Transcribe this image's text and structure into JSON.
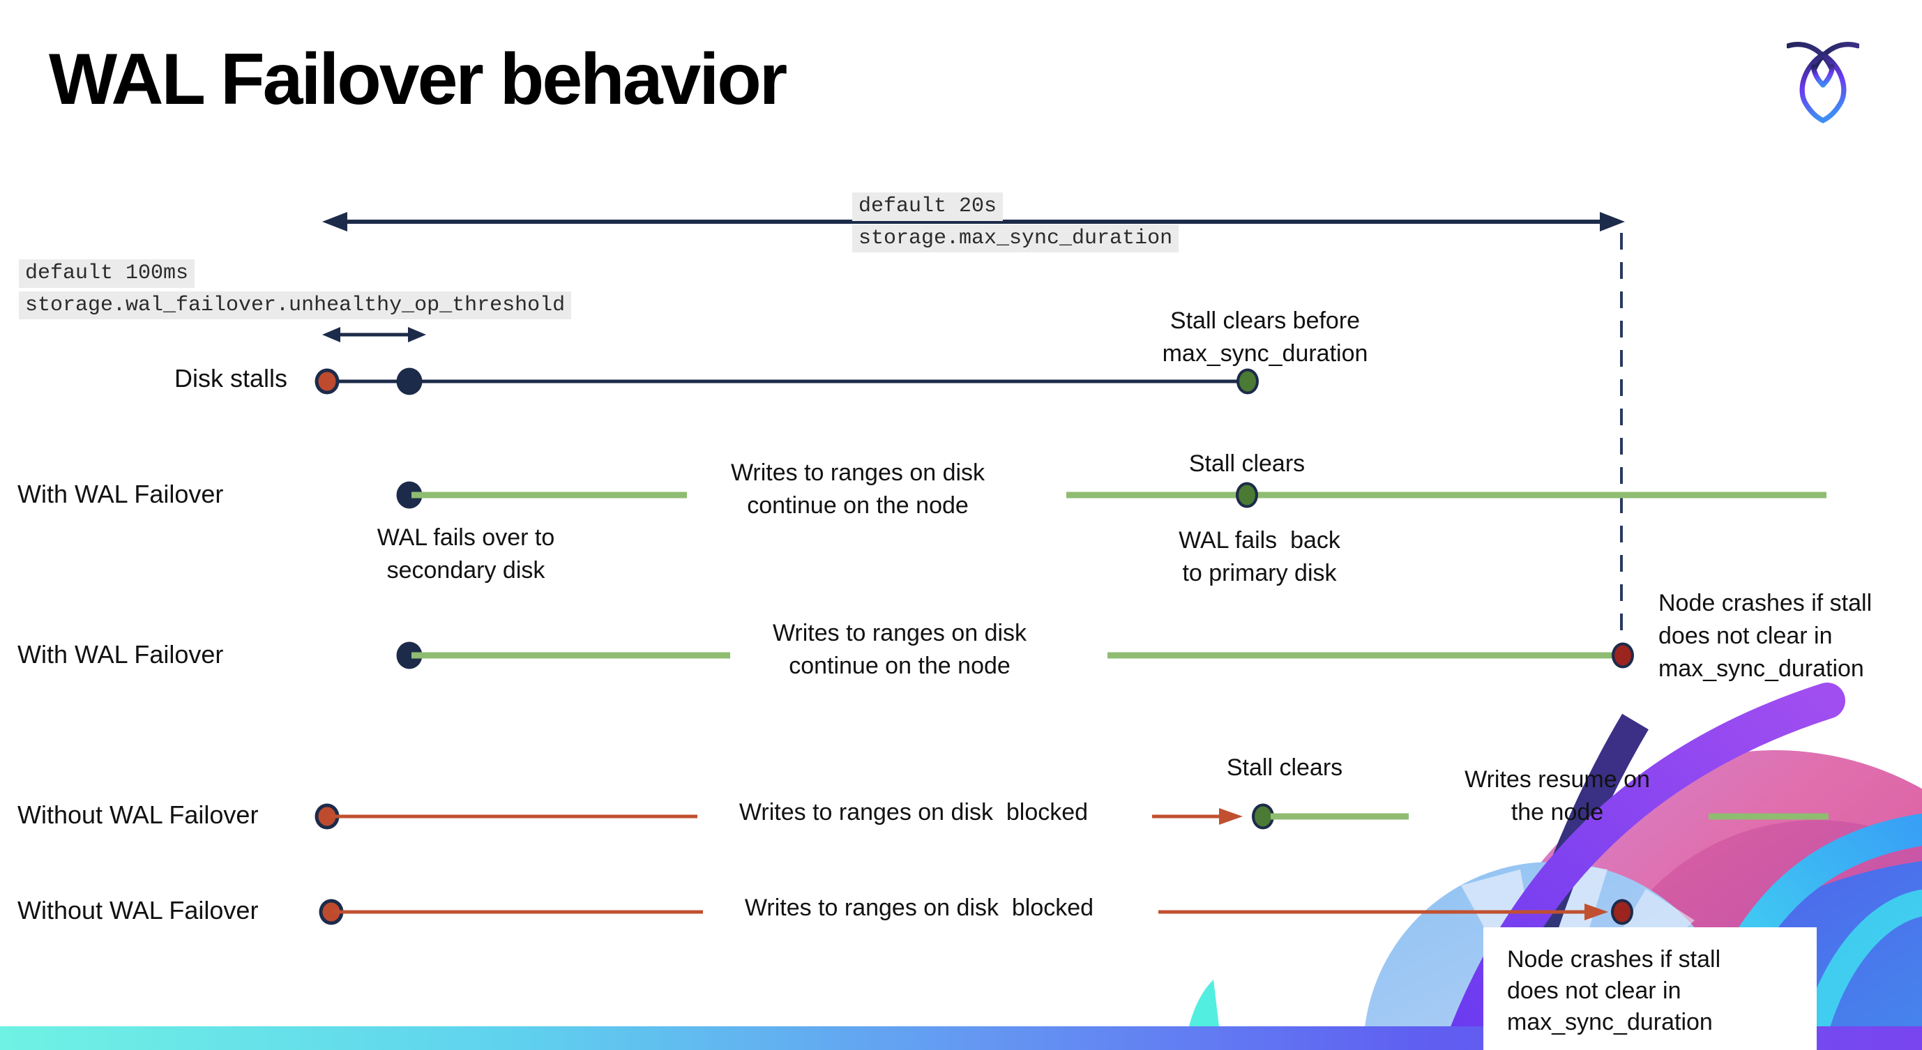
{
  "slide": {
    "title": "WAL Failover behavior"
  },
  "settings": {
    "max_sync_duration": {
      "default_label": "default 20s",
      "setting_name": "storage.max_sync_duration"
    },
    "unhealthy_op_threshold": {
      "default_label": "default 100ms",
      "setting_name": "storage.wal_failover.unhealthy_op_threshold"
    }
  },
  "rows": {
    "disk_stalls": {
      "label": "Disk stalls",
      "stall_clears_note": "Stall clears before\nmax_sync_duration"
    },
    "with_wal_1": {
      "label": "With WAL Failover",
      "failover_note": "WAL fails over to\nsecondary disk",
      "writes_note": "Writes to ranges on disk\ncontinue on the node",
      "stall_clears_note": "Stall clears",
      "failback_note": "WAL fails  back\nto primary disk"
    },
    "with_wal_2": {
      "label": "With WAL Failover",
      "writes_note": "Writes to ranges on disk\ncontinue on the node",
      "crash_note": "Node crashes if stall\ndoes not clear in\nmax_sync_duration"
    },
    "without_wal_1": {
      "label": "Without WAL Failover",
      "writes_note": "Writes to ranges on disk  blocked",
      "stall_clears_note": "Stall clears",
      "resume_note": "Writes resume on\nthe node"
    },
    "without_wal_2": {
      "label": "Without WAL Failover",
      "writes_note": "Writes to ranges on disk  blocked",
      "crash_note": "Node crashes if stall\ndoes not clear in\nmax_sync_duration"
    }
  },
  "colors": {
    "navy": "#1d2b4a",
    "green_line": "#8fbc71",
    "green_dot": "#4a7a33",
    "red_line": "#c0502f",
    "red_dot": "#bf4b2e",
    "dark_red_dot": "#9c241f",
    "code_background": "#ebebeb",
    "bar_gradient": [
      "#6ff2e3",
      "#5fd3ee",
      "#6495f2",
      "#5f5ff1",
      "#7a44ef"
    ]
  }
}
